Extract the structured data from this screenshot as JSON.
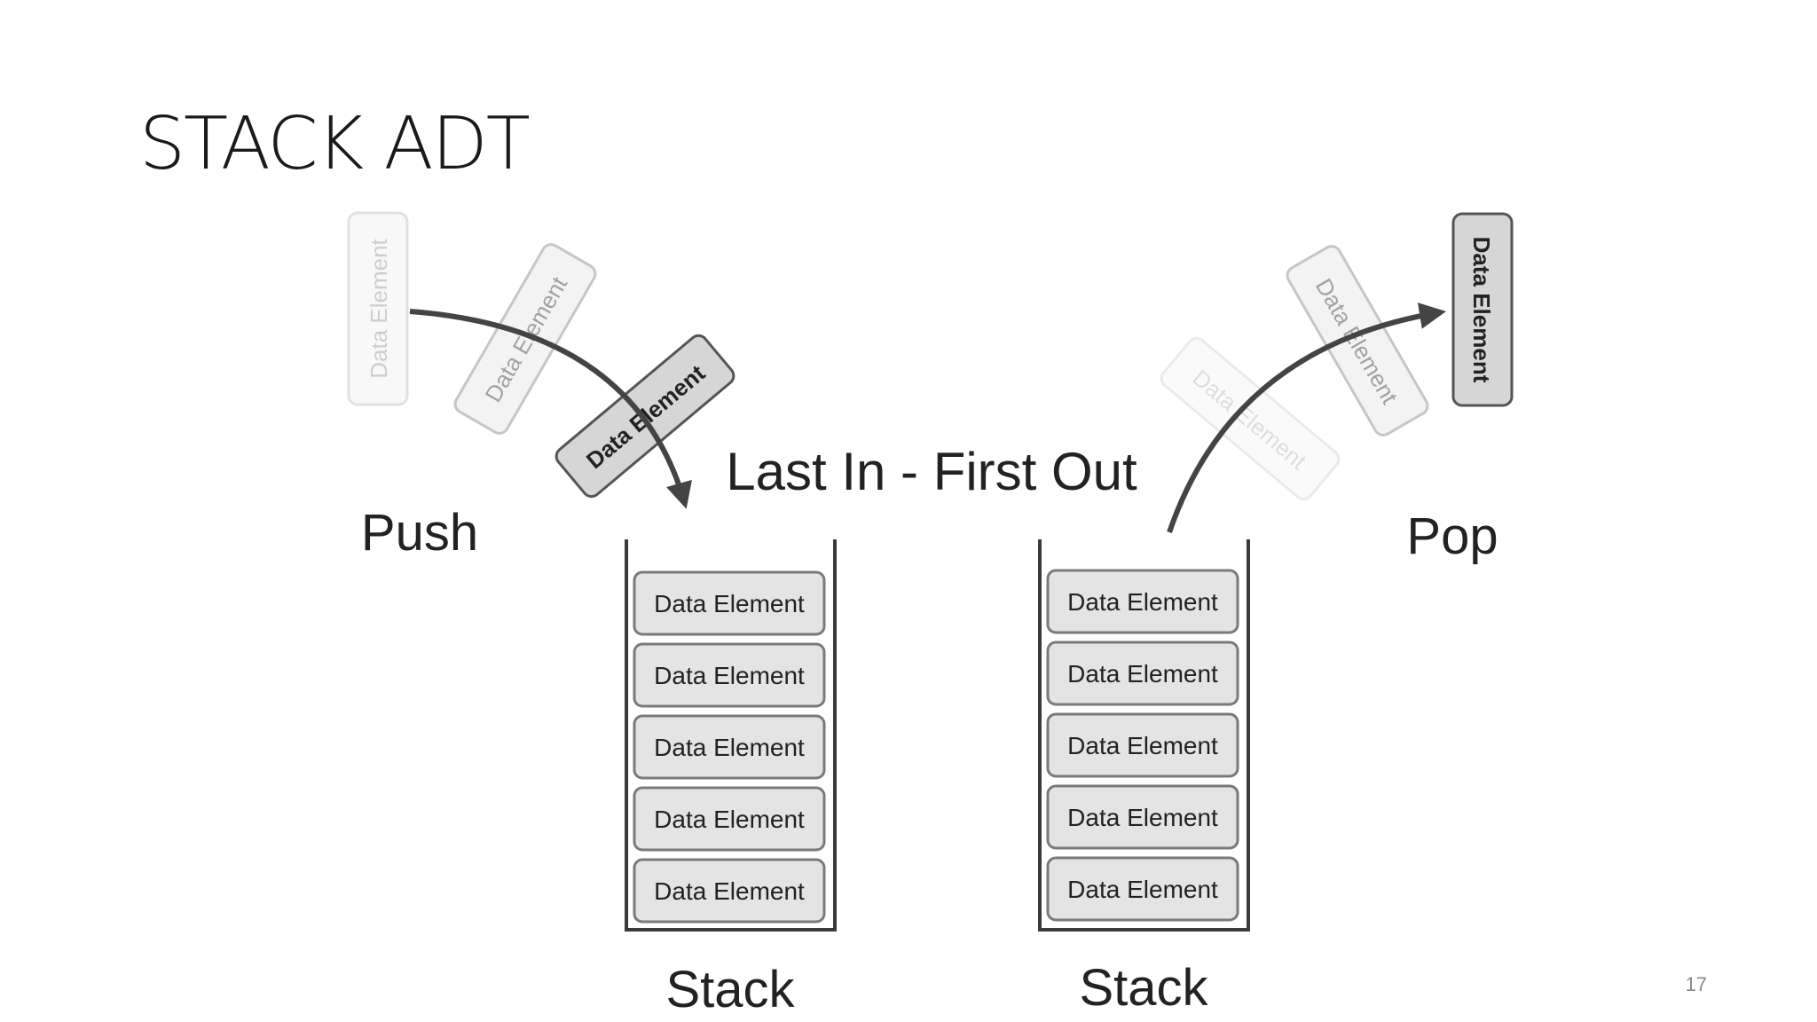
{
  "slide": {
    "title": "STACK ADT",
    "page_number": "17"
  },
  "diagram": {
    "heading": "Last In - First Out",
    "push_label": "Push",
    "pop_label": "Pop",
    "push_stack": {
      "label": "Stack",
      "elements": [
        "Data Element",
        "Data Element",
        "Data Element",
        "Data Element",
        "Data Element"
      ]
    },
    "pop_stack": {
      "label": "Stack",
      "elements": [
        "Data Element",
        "Data Element",
        "Data Element",
        "Data Element",
        "Data Element"
      ]
    },
    "push_animation_elements": [
      "Data Element",
      "Data Element",
      "Data Element"
    ],
    "pop_animation_elements": [
      "Data Element",
      "Data Element",
      "Data Element"
    ],
    "colors": {
      "element_fill": "#e4e4e4",
      "element_stroke": "#7a7a7a",
      "container_stroke": "#3a3a3a",
      "arrow": "#444444",
      "text": "#222222"
    }
  }
}
